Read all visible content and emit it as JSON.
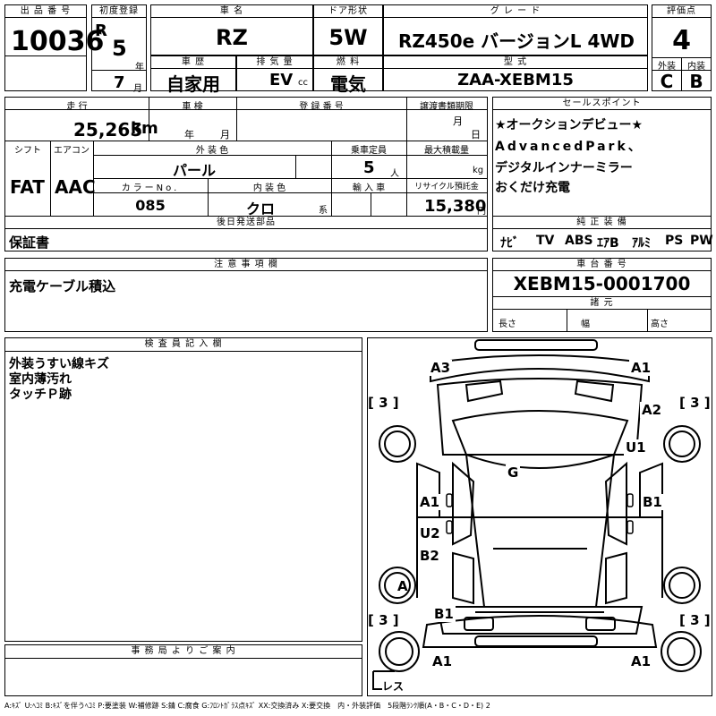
{
  "header": {
    "lot_label": "出 品 番 号",
    "lot_number": "10036",
    "first_reg_label": "初度登録",
    "era": "R",
    "year_value": "5",
    "year_unit": "年",
    "month_value": "7",
    "month_unit": "月",
    "name_label": "車 名",
    "name_value": "RZ",
    "door_label": "ドア形状",
    "door_value": "5W",
    "grade_label": "グ レ ー ド",
    "grade_value": "RZ450e バージョンL 4WD",
    "score_label": "評価点",
    "score_value": "4",
    "history_label": "車 歴",
    "history_value": "自家用",
    "displacement_label": "排 気 量",
    "displacement_value": "EV",
    "displacement_unit": "cc",
    "fuel_label": "燃 料",
    "fuel_value": "電気",
    "model_label": "型 式",
    "model_value": "ZAA-XEBM15",
    "exterior_label": "外装",
    "exterior_value": "C",
    "interior_label": "内装",
    "interior_value": "B"
  },
  "row2": {
    "mileage_label": "走 行",
    "mileage_value": "25,265",
    "mileage_unit": "km",
    "inspection_label": "車 検",
    "inspection_year_unit": "年",
    "inspection_month_unit": "月",
    "reg_no_label": "登 録 番 号",
    "transfer_label": "譲渡書類期限",
    "transfer_month_unit": "月",
    "transfer_day_unit": "日",
    "shift_label": "シフト",
    "shift_value": "FAT",
    "ac_label": "エアコン",
    "ac_value": "AAC",
    "ext_color_label": "外 装 色",
    "ext_color_value": "パール",
    "capacity_label": "乗車定員",
    "capacity_value": "5",
    "capacity_unit": "人",
    "load_label": "最大積載量",
    "load_unit": "kg",
    "color_no_label": "カラーNo.",
    "color_no_value": "085",
    "int_color_label": "内 装 色",
    "int_color_value": "クロ",
    "int_color_suffix": "系",
    "import_label": "輸 入 車",
    "recycle_label": "リサイクル預託金",
    "recycle_value": "15,380",
    "recycle_unit": "円"
  },
  "sales_point": {
    "label": "セールスポイント",
    "lines": [
      "★オークションデビュー★",
      "AdvancedPark、",
      "デジタルインナーミラー",
      "おくだけ充電"
    ]
  },
  "later_parts": {
    "label": "後日発送部品",
    "value": "保証書"
  },
  "equipment": {
    "label": "純 正 装 備",
    "items": [
      "ﾅﾋﾞ",
      "TV",
      "ABS",
      "ｴｱB",
      "ｱﾙﾐ",
      "PS",
      "PW"
    ]
  },
  "notes": {
    "label": "注 意 事 項 欄",
    "value": "充電ケーブル積込"
  },
  "chassis": {
    "label": "車 台 番 号",
    "value": "XEBM15-0001700",
    "dims_label": "諸 元",
    "length_label": "長さ",
    "width_label": "幅",
    "height_label": "高さ"
  },
  "inspector": {
    "label": "検 査 員 記 入 欄",
    "lines": [
      "外装うすい線キズ",
      "室内薄汚れ",
      "タッチＰ跡"
    ]
  },
  "office": {
    "label": "事 務 局 よ り ご 案 内"
  },
  "diagram": {
    "labels": {
      "a3": "A3",
      "a1_front_right": "A1",
      "a2": "A2",
      "u1": "U1",
      "g": "G",
      "a1_left": "A1",
      "b1_right": "B1",
      "u2": "U2",
      "b2": "B2",
      "a_wheel": "A",
      "b1_left": "B1",
      "a1_rear_left": "A1",
      "a1_rear_right": "A1",
      "tire_fl": "3",
      "tire_fr": "3",
      "tire_rl": "3",
      "tire_rr": "3",
      "spare": "レス"
    }
  },
  "legend": "A:ｷｽﾞ U:ﾍｺﾐ B:ｷｽﾞを伴うﾍｺﾐ P:要塗装 W:補修跡 S:錆 C:腐食 G:ﾌﾛﾝﾄｶﾞﾗｽ点ｷｽﾞ XX:交換済み X:要交換　内・外装評価　5段階ﾗﾝｸ順(A・B・C・D・E) 2"
}
